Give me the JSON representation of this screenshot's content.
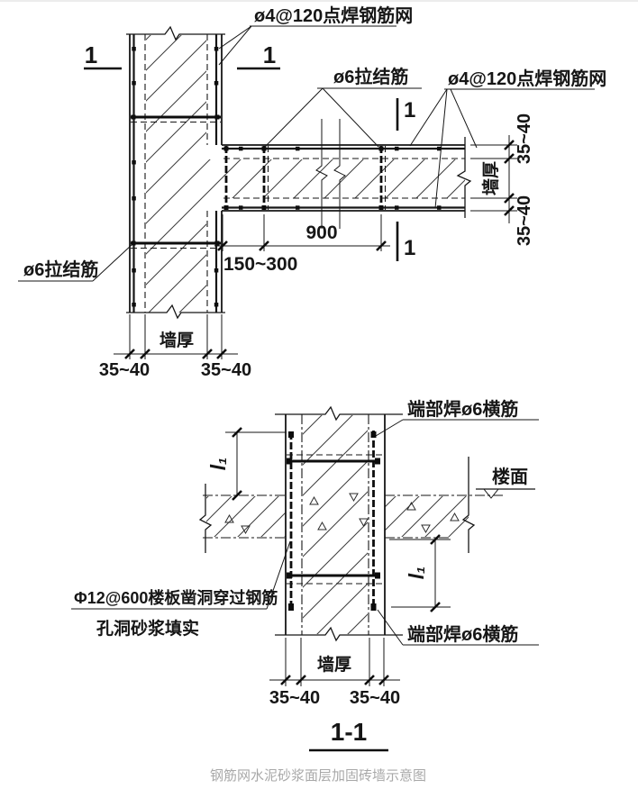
{
  "colors": {
    "line": "#161616",
    "caption": "#a8a8a8",
    "background": "#ffffff"
  },
  "plan": {
    "labels": {
      "mesh_left": "ø4@120点焊钢筋网",
      "mesh_right": "ø4@120点焊钢筋网",
      "tie_top": "ø6拉结筋",
      "tie_left": "ø6拉结筋"
    },
    "marks": {
      "cut": "1"
    },
    "dims": {
      "span": "900",
      "offset": "150~300",
      "wall_thickness_bottom": "墙厚",
      "layer_bottom_left": "35~40",
      "layer_bottom_right": "35~40",
      "wall_thickness_side": "墙厚",
      "layer_side_top": "35~40",
      "layer_side_bottom": "35~40"
    }
  },
  "section": {
    "labels": {
      "end_weld_top": "端部焊ø6横筋",
      "end_weld_bottom": "端部焊ø6横筋",
      "floor_level": "楼面",
      "through_bars": "Φ12@600楼板凿洞穿过钢筋",
      "grout_fill": "孔洞砂浆填实"
    },
    "dims": {
      "lap_top": "l₁",
      "lap_bottom": "l₁",
      "wall_thickness": "墙厚",
      "layer_left": "35~40",
      "layer_right": "35~40"
    },
    "title": "1-1"
  },
  "caption": "钢筋网水泥砂浆面层加固砖墙示意图"
}
